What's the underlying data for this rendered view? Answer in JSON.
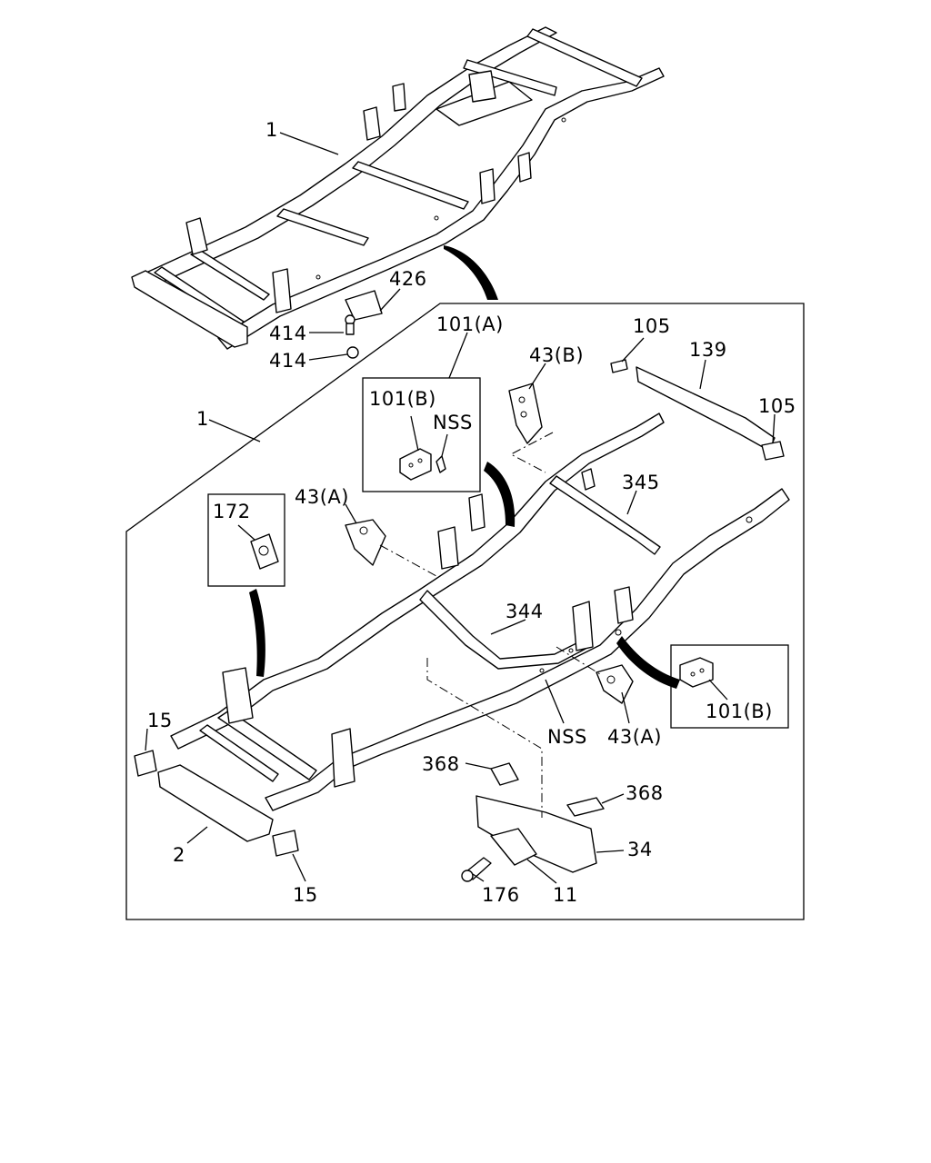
{
  "diagram": {
    "callouts": {
      "frame_overview": "1",
      "c426": "426",
      "c414_a": "414",
      "c414_b": "414",
      "frame_assembly": "1",
      "c101a": "101(A)",
      "c101b_inset": "101(B)",
      "nss_inset": "NSS",
      "c43b": "43(B)",
      "c105_top": "105",
      "c139": "139",
      "c105_right": "105",
      "c172": "172",
      "c43a_left": "43(A)",
      "c345": "345",
      "c344": "344",
      "c101b_right": "101(B)",
      "nss_main": "NSS",
      "c43a_right": "43(A)",
      "c15_top": "15",
      "c2": "2",
      "c15_bottom": "15",
      "c368_left": "368",
      "c368_right": "368",
      "c34": "34",
      "c176": "176",
      "c11": "11"
    }
  }
}
